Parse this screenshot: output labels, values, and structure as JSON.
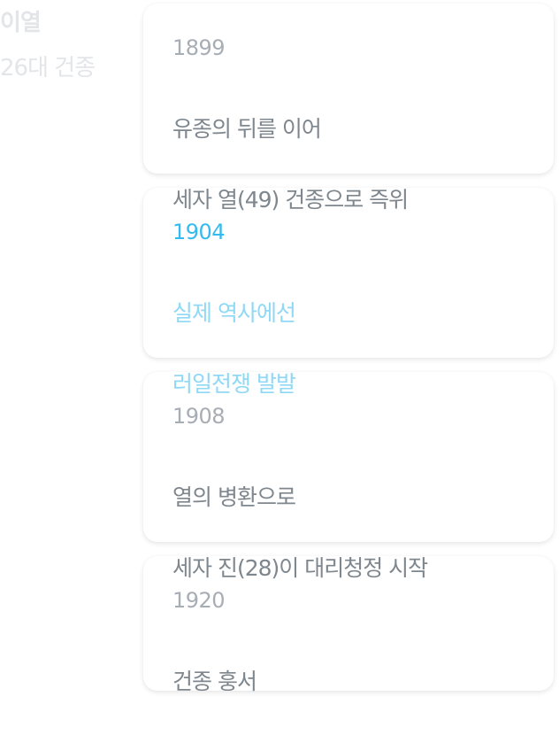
{
  "sidebar": {
    "name": "이열",
    "title": "26대 건종"
  },
  "accent_colors": {
    "active_year": "#33bbef",
    "active_text": "#8fd8f6",
    "year": "#a6adb4",
    "text": "#7e868e",
    "sidebar_text": "#e3e5e8"
  },
  "timeline": [
    {
      "year": "1899",
      "line1": "유종의 뒤를 이어",
      "line2": "세자 열(49) 건종으로 즉위",
      "active": false
    },
    {
      "year": "1904",
      "line1": "실제 역사에선",
      "line2": "러일전쟁 발발",
      "active": true
    },
    {
      "year": "1908",
      "line1": "열의 병환으로",
      "line2": "세자 진(28)이 대리청정 시작",
      "active": false
    },
    {
      "year": "1920",
      "line1": "건종 훙서",
      "line2": "",
      "active": false
    }
  ]
}
